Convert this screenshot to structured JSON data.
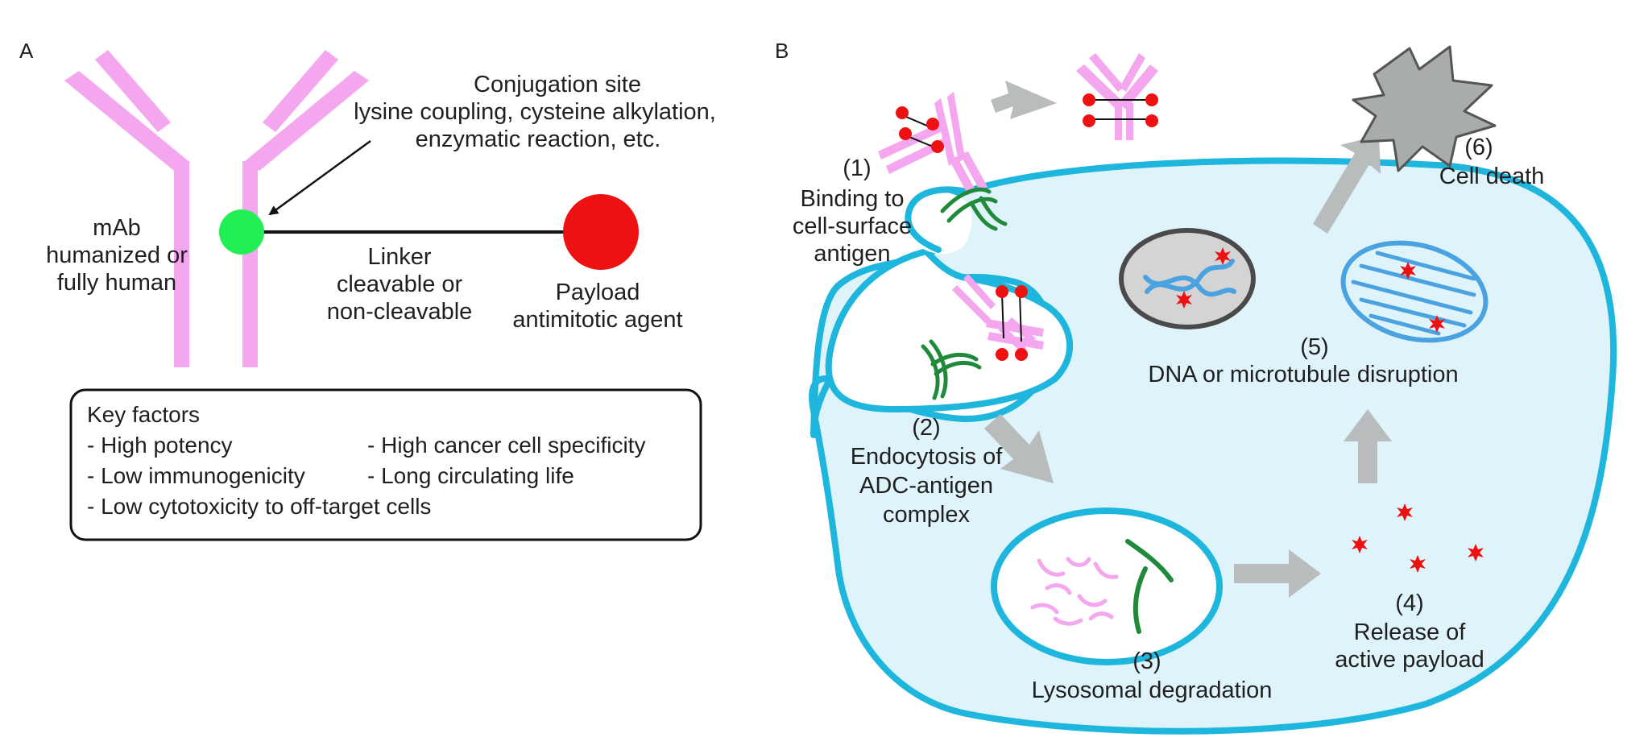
{
  "panel_a": {
    "letter": "A",
    "conjugation": {
      "title": "Conjugation site",
      "line1": "lysine coupling, cysteine alkylation,",
      "line2": "enzymatic reaction, etc."
    },
    "mab": {
      "line1": "mAb",
      "line2": "humanized or",
      "line3": "fully human"
    },
    "linker": {
      "line1": "Linker",
      "line2": "cleavable or",
      "line3": "non-cleavable"
    },
    "payload": {
      "line1": "Payload",
      "line2": "antimitotic agent"
    },
    "key_factors": {
      "title": "Key factors",
      "item1": "- High potency",
      "item2": "- High cancer cell specificity",
      "item3": "- Low immunogenicity",
      "item4": "- Long circulating life",
      "item5": "- Low cytotoxicity to off-target cells"
    }
  },
  "panel_b": {
    "letter": "B",
    "step1": {
      "num": "(1)",
      "line1": "Binding to",
      "line2": "cell-surface",
      "line3": "antigen"
    },
    "step2": {
      "num": "(2)",
      "line1": "Endocytosis of",
      "line2": "ADC-antigen",
      "line3": "complex"
    },
    "step3": {
      "num": "(3)",
      "line1": "Lysosomal degradation"
    },
    "step4": {
      "num": "(4)",
      "line1": "Release of",
      "line2": "active payload"
    },
    "step5": {
      "num": "(5)",
      "line1": "DNA or microtubule disruption"
    },
    "step6": {
      "num": "(6)",
      "line1": "Cell death"
    }
  },
  "colors": {
    "antibody": "#f4a6ee",
    "conjugation_site": "#22ee55",
    "payload": "#ee1111",
    "cell_membrane": "#1fb6de",
    "cell_fill": "#dff4fa",
    "antigen": "#1f8a3a",
    "arrow": "#b9bcbc",
    "dna": "#4aa3e0"
  }
}
